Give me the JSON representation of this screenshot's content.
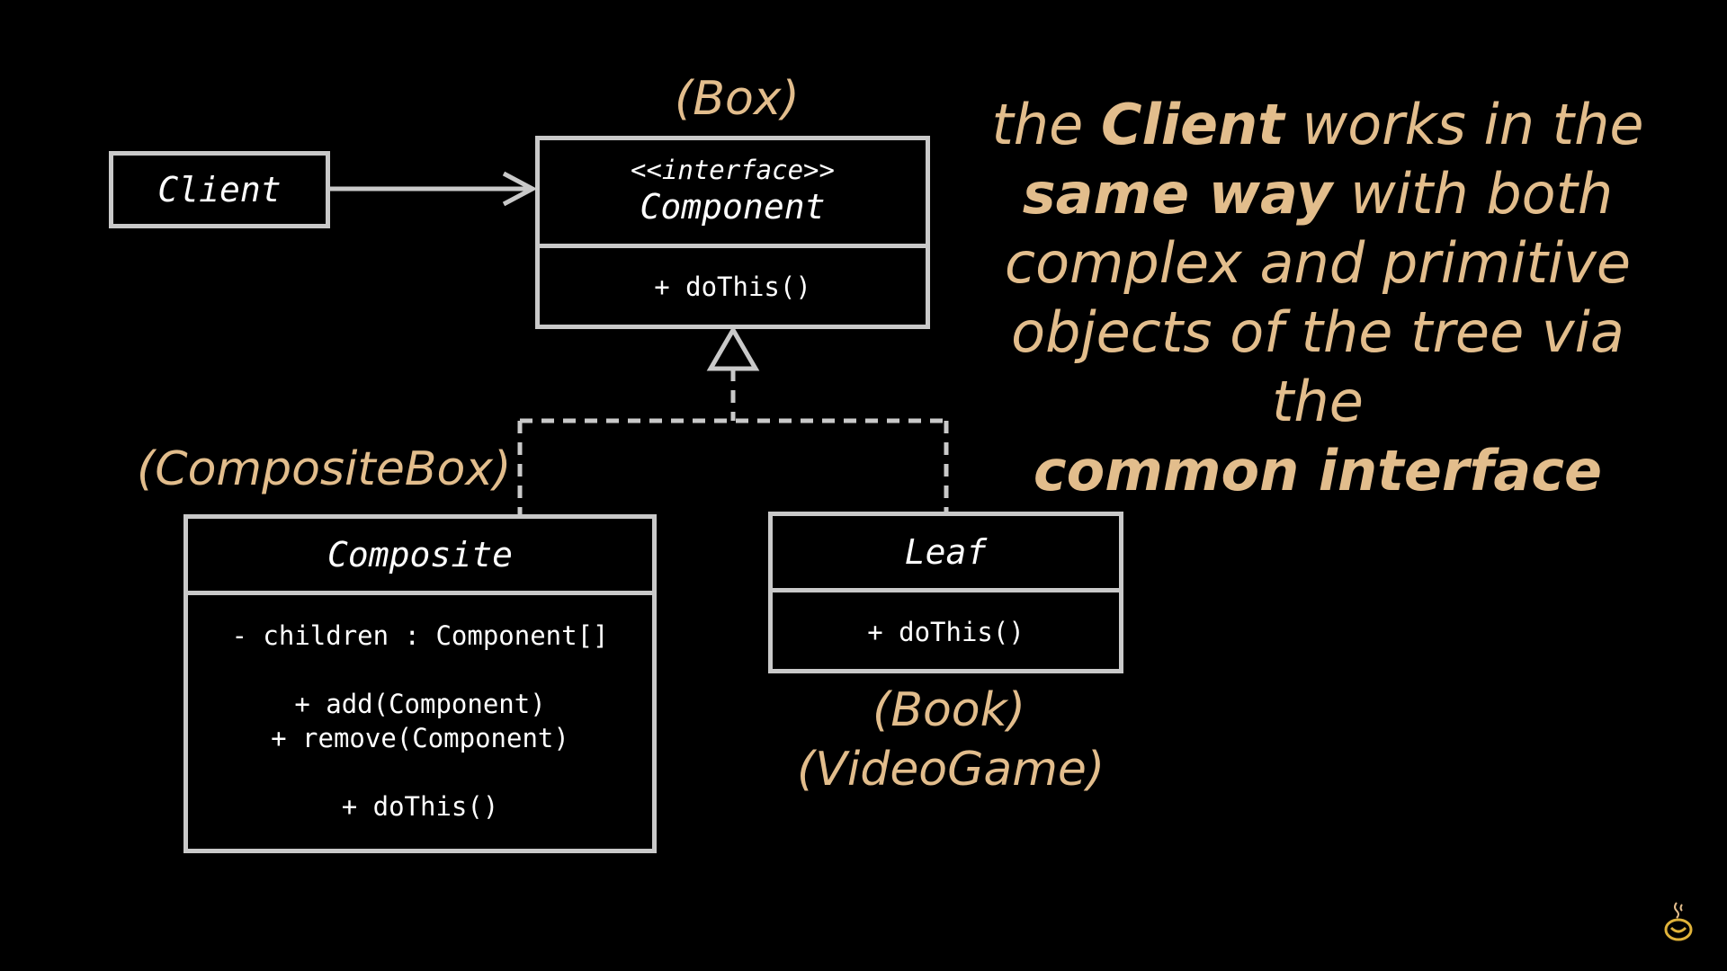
{
  "client": {
    "name": "Client"
  },
  "component": {
    "stereotype": "<<interface>>",
    "name": "Component",
    "methods": [
      "+ doThis()"
    ],
    "label": "(Box)"
  },
  "composite": {
    "name": "Composite",
    "fields": [
      "- children : Component[]"
    ],
    "methods": [
      "+ add(Component)",
      "+ remove(Component)"
    ],
    "ops": [
      "+ doThis()"
    ],
    "label": "(CompositeBox)"
  },
  "leaf": {
    "name": "Leaf",
    "methods": [
      "+ doThis()"
    ],
    "labels": [
      "(Book)",
      "(VideoGame)"
    ]
  },
  "caption": {
    "line1_a": "the ",
    "line1_b": "Client",
    "line1_c": " works in the",
    "line2_a": "same way",
    "line2_b": " with both",
    "line3": "complex and primitive",
    "line4": "objects of the tree via the",
    "line5": "common interface"
  },
  "colors": {
    "accent": "#e2bd8c",
    "border": "#c9c9c9",
    "background": "#000000"
  },
  "icons": {
    "logo": "cooking-pot-logo-icon"
  }
}
